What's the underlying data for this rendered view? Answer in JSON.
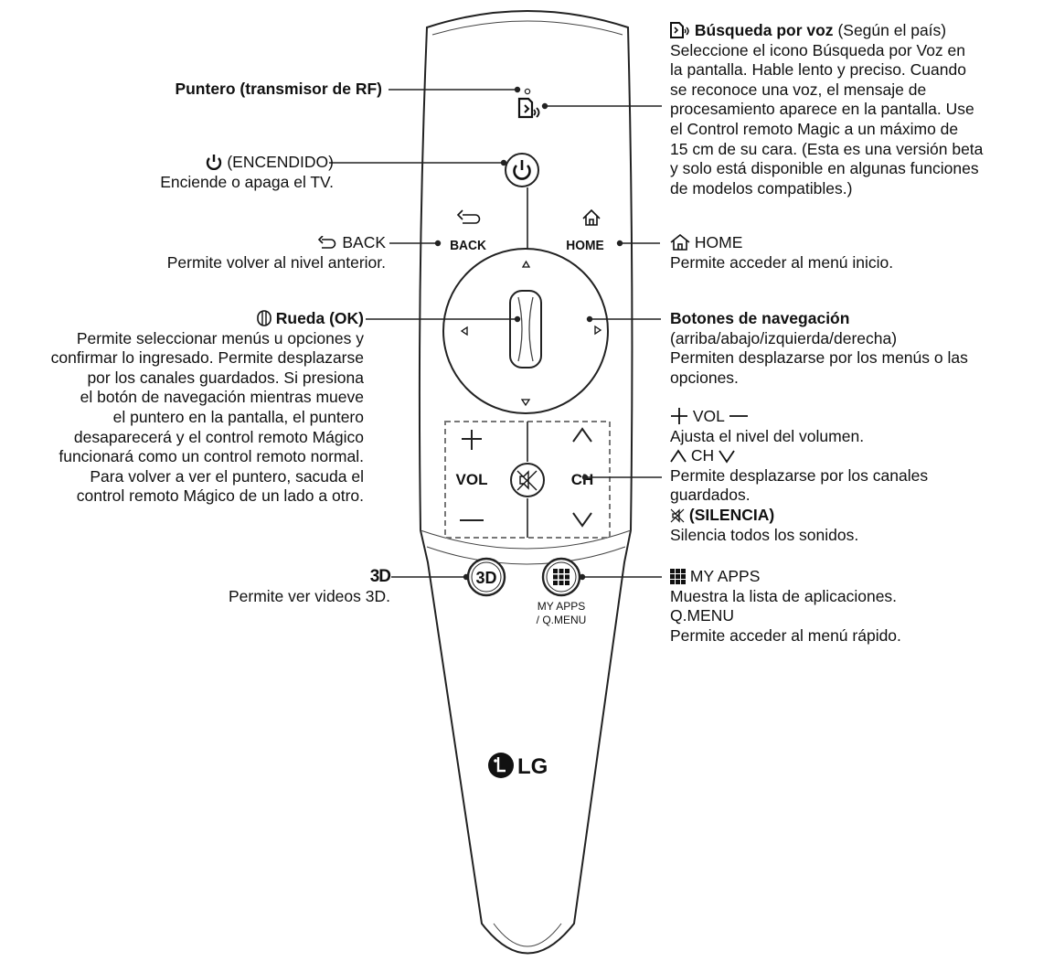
{
  "pointer": {
    "label": "Puntero (transmisor de RF)"
  },
  "voice": {
    "title": "Búsqueda por voz",
    "suffix": "(Según el país)",
    "lines": [
      "Seleccione el icono Búsqueda por Voz en",
      "la pantalla. Hable lento y preciso. Cuando",
      "se reconoce una voz, el mensaje de",
      "procesamiento aparece en la pantalla. Use",
      "el Control remoto Magic a un máximo de",
      "15 cm de su cara. (Esta es una versión beta",
      "y solo está disponible en algunas funciones",
      "de modelos compatibles.)"
    ]
  },
  "power": {
    "title": "(ENCENDIDO)",
    "desc": "Enciende o apaga el TV."
  },
  "back": {
    "title": "BACK",
    "desc": "Permite volver al nivel anterior."
  },
  "home": {
    "title": "HOME",
    "desc": "Permite acceder al menú inicio."
  },
  "wheel": {
    "title": "Rueda (OK)",
    "lines": [
      "Permite seleccionar menús u opciones y",
      "confirmar lo ingresado. Permite desplazarse",
      "por los canales guardados. Si presiona",
      "el botón de navegación mientras mueve",
      "el puntero en la pantalla, el puntero",
      "desaparecerá y el control remoto Mágico",
      "funcionará como un control remoto normal.",
      "Para volver a ver el puntero, sacuda el",
      "control remoto Mágico de un lado a otro."
    ]
  },
  "nav": {
    "title": "Botones de navegación",
    "lines": [
      "(arriba/abajo/izquierda/derecha)",
      "Permiten desplazarse por los menús o las",
      "opciones."
    ]
  },
  "vol": {
    "title": "VOL",
    "desc": "Ajusta el nivel del volumen."
  },
  "ch": {
    "title": "CH",
    "lines": [
      "Permite desplazarse por los canales",
      "guardados."
    ]
  },
  "mute": {
    "title": "(SILENCIA)",
    "desc": "Silencia todos los sonidos."
  },
  "three_d": {
    "desc": "Permite ver videos 3D."
  },
  "myapps": {
    "title": "MY APPS",
    "desc": "Muestra la lista de aplicaciones."
  },
  "qmenu": {
    "title": "Q.MENU",
    "desc": "Permite acceder al menú rápido."
  },
  "remote": {
    "back_label": "BACK",
    "home_label": "HOME",
    "vol_label": "VOL",
    "ch_label": "CH",
    "three_d_label": "3D",
    "myapps_label_1": "MY APPS",
    "myapps_label_2": "/ Q.MENU",
    "brand": "LG"
  },
  "colors": {
    "outline": "#222222",
    "text": "#111111",
    "dashed": "#777777"
  }
}
